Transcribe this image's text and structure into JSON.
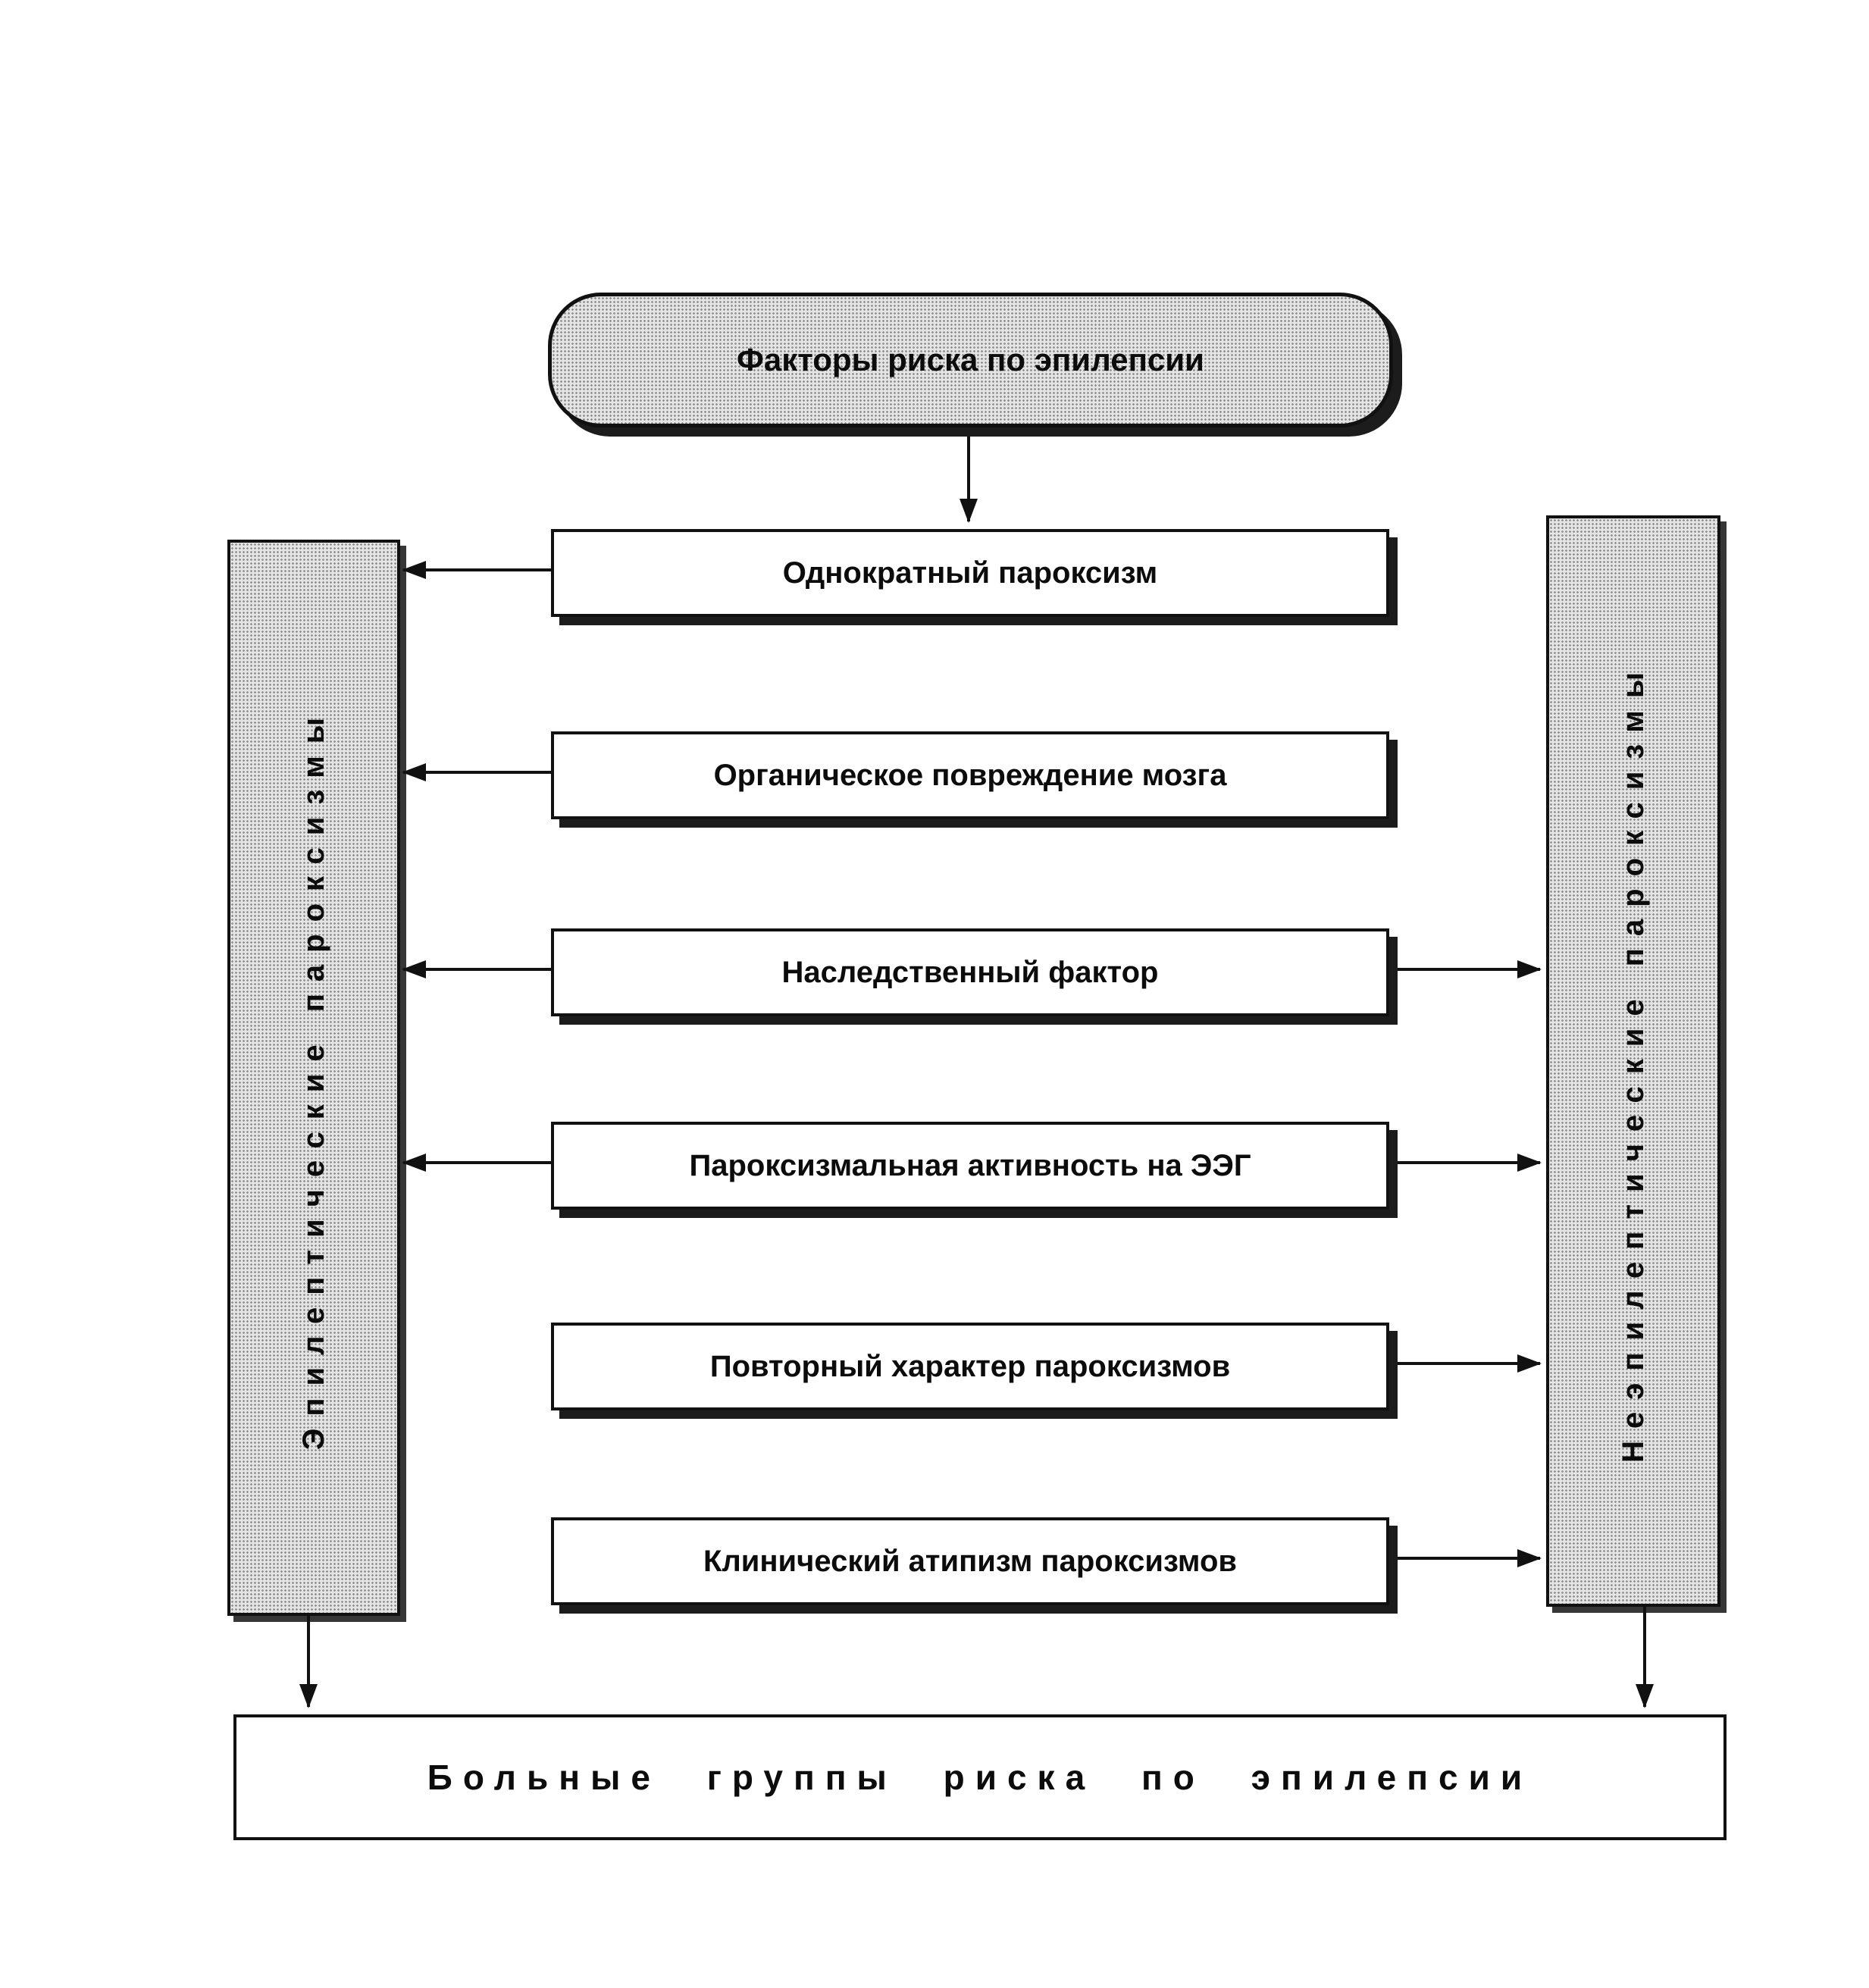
{
  "diagram": {
    "title": "Факторы риска по эпилепсии",
    "factors": [
      {
        "label": "Однократный пароксизм",
        "to_left": true,
        "to_right": false
      },
      {
        "label": "Органическое повреждение мозга",
        "to_left": true,
        "to_right": false
      },
      {
        "label": "Наследственный фактор",
        "to_left": true,
        "to_right": true
      },
      {
        "label": "Пароксизмальная активность на ЭЭГ",
        "to_left": true,
        "to_right": true
      },
      {
        "label": "Повторный характер пароксизмов",
        "to_left": false,
        "to_right": true
      },
      {
        "label": "Клинический атипизм пароксизмов",
        "to_left": false,
        "to_right": true
      }
    ],
    "left_column_label": "Эпилептические пароксизмы",
    "right_column_label": "Неэпилептические пароксизмы",
    "bottom_label": "Больные группы риска по эпилепсии",
    "colors": {
      "line": "#111111",
      "stipple_fill": "#e4e4e4",
      "box_background": "#ffffff"
    }
  }
}
